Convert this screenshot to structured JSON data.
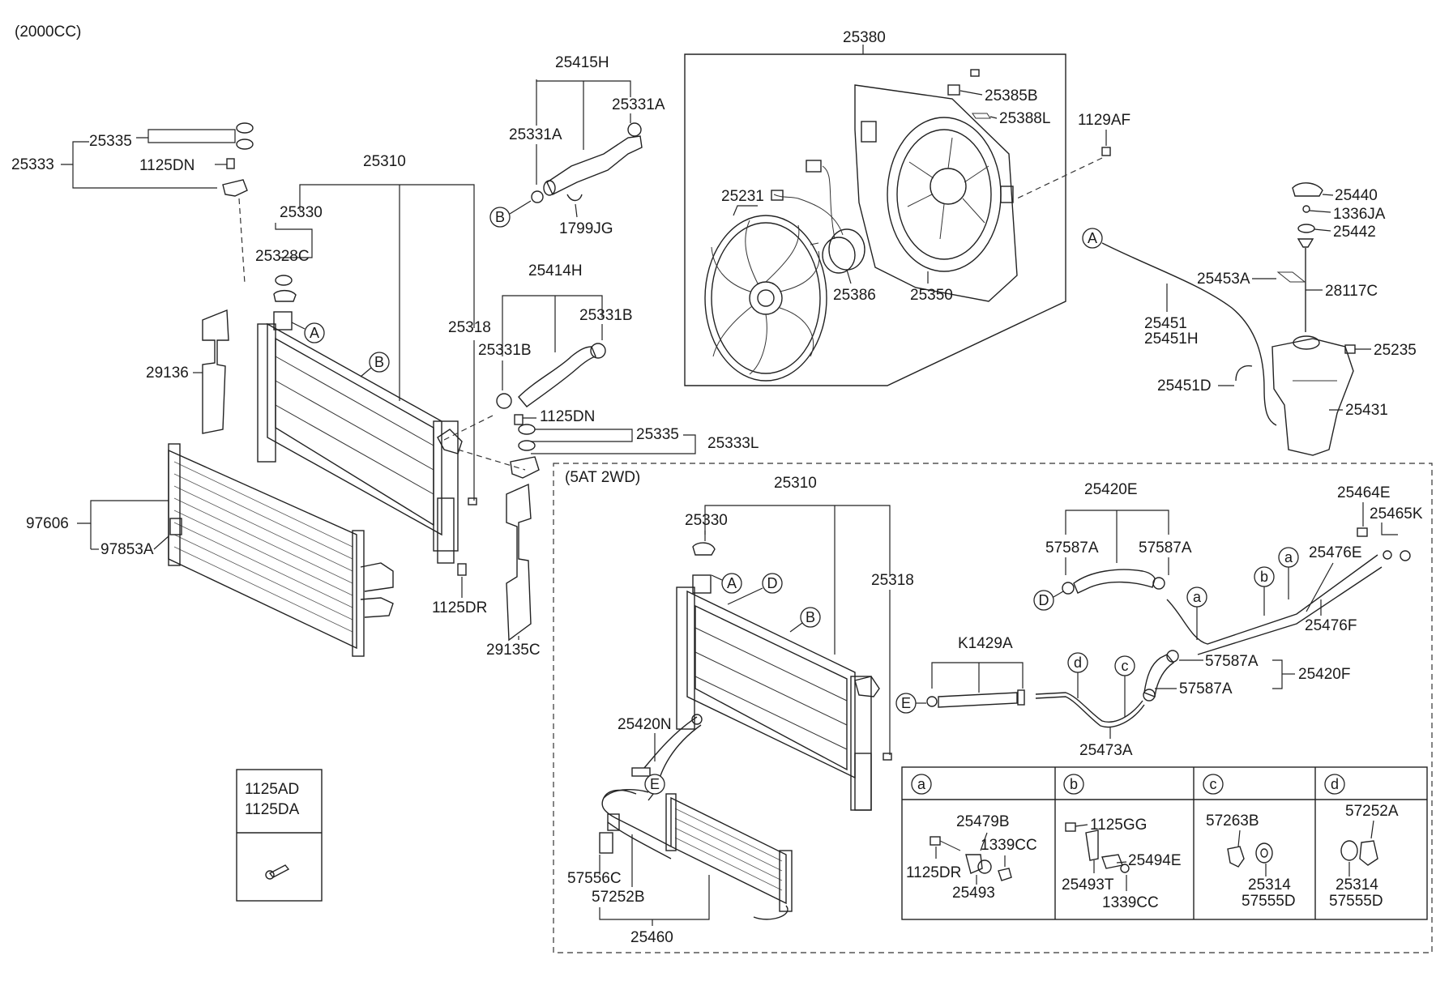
{
  "diagram": {
    "engine_label": "(2000CC)",
    "section_5at_label": "(5AT 2WD)",
    "labels": {
      "p25380": "25380",
      "p25385B": "25385B",
      "p25388L": "25388L",
      "p1129AF": "1129AF",
      "p25231": "25231",
      "p25386": "25386",
      "p25350": "25350",
      "p25415H": "25415H",
      "p25331A_1": "25331A",
      "p25331A_2": "25331A",
      "p1799JG": "1799JG",
      "p25414H": "25414H",
      "p25331B_1": "25331B",
      "p25331B_2": "25331B",
      "p25335_1": "25335",
      "p25333": "25333",
      "p1125DN_1": "1125DN",
      "p25310_1": "25310",
      "p25330_1": "25330",
      "p25328C": "25328C",
      "p25318_1": "25318",
      "p29136": "29136",
      "p1125DN_2": "1125DN",
      "p25335_2": "25335",
      "p25333L": "25333L",
      "p97606": "97606",
      "p97853A": "97853A",
      "p1125DR_1": "1125DR",
      "p29135C": "29135C",
      "p25440": "25440",
      "p1336JA": "1336JA",
      "p25442": "25442",
      "p25453A": "25453A",
      "p28117C": "28117C",
      "p25451": "25451",
      "p25451H": "25451H",
      "p25235": "25235",
      "p25451D": "25451D",
      "p25431": "25431",
      "p25310_2": "25310",
      "p25330_2": "25330",
      "p25318_2": "25318",
      "p25420E": "25420E",
      "p57587A_1": "57587A",
      "p57587A_2": "57587A",
      "p25464E": "25464E",
      "p25465K": "25465K",
      "p25476E": "25476E",
      "p25476F": "25476F",
      "pK1429A": "K1429A",
      "p57587A_3": "57587A",
      "p57587A_4": "57587A",
      "p25420F": "25420F",
      "p25473A": "25473A",
      "p25420N": "25420N",
      "p57556C": "57556C",
      "p57252B": "57252B",
      "p25460": "25460",
      "box_code_1": "1125AD",
      "box_code_2": "1125DA"
    },
    "callouts": {
      "A": "A",
      "B": "B",
      "D": "D",
      "E": "E",
      "a": "a",
      "b": "b",
      "c": "c",
      "d": "d"
    },
    "detail_table": {
      "col_a": {
        "header": "a",
        "parts": [
          "25479B",
          "1125DR",
          "1339CC",
          "25493"
        ]
      },
      "col_b": {
        "header": "b",
        "parts": [
          "1125GG",
          "25494E",
          "25493T",
          "1339CC"
        ]
      },
      "col_c": {
        "header": "c",
        "parts": [
          "57263B",
          "25314",
          "57555D"
        ]
      },
      "col_d": {
        "header": "d",
        "parts": [
          "57252A",
          "25314",
          "57555D"
        ]
      }
    }
  }
}
